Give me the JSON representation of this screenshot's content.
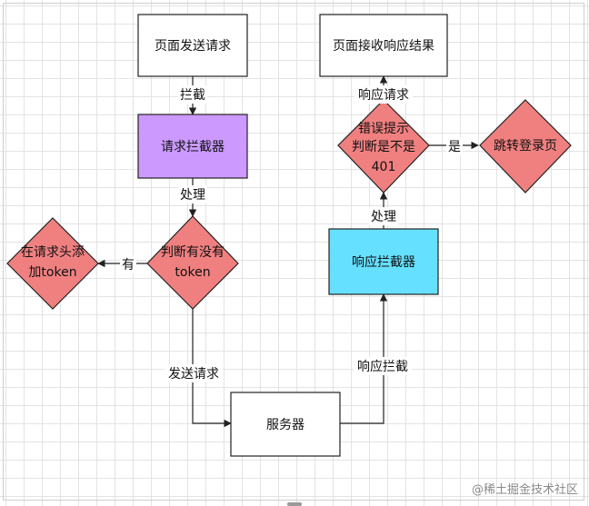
{
  "nodes": {
    "page_send": "页面发送请求",
    "req_interceptor": "请求拦截器",
    "has_token": [
      "判断有没有",
      "token"
    ],
    "add_token": [
      "在请求头添",
      "加token"
    ],
    "server": "服务器",
    "resp_interceptor": "响应拦截器",
    "error_check": [
      "错误提示",
      "判断是不是",
      "401"
    ],
    "goto_login": "跳转登录页",
    "page_receive": "页面接收响应结果"
  },
  "edges": {
    "intercept": "拦截",
    "process_req": "处理",
    "yes_has": "有",
    "send_request": "发送请求",
    "resp_intercept": "响应拦截",
    "process_resp": "处理",
    "is_yes": "是",
    "resp_request": "响应请求"
  },
  "watermark": "@稀土掘金技术社区",
  "colors": {
    "interceptor_req": "#cc99ff",
    "interceptor_resp": "#66e0ff",
    "diamond": "#f08080",
    "box": "#ffffff",
    "stroke": "#222222"
  }
}
